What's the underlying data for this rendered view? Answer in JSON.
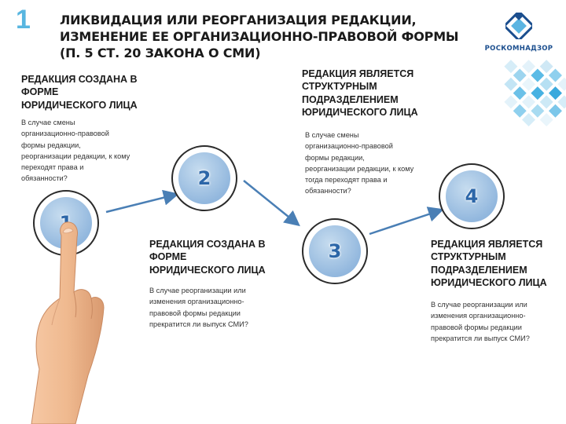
{
  "slide": {
    "number": "1"
  },
  "title": "ЛИКВИДАЦИЯ ИЛИ РЕОРГАНИЗАЦИЯ РЕДАКЦИИ, ИЗМЕНЕНИЕ ЕЕ ОРГАНИЗАЦИОННО-ПРАВОВОЙ ФОРМЫ (П. 5 СТ. 20 ЗАКОНА О СМИ)",
  "logo": {
    "text": "РОСКОМНАДЗОР",
    "icon": "roskomnadzor-logo-icon"
  },
  "colors": {
    "accent": "#58b6e0",
    "node_fill": "#93b8de",
    "node_text": "#2c66a8",
    "arrow": "#4a7fb5",
    "logo": "#1c4f8f"
  },
  "steps": [
    {
      "number": "1",
      "heading": "РЕДАКЦИЯ СОЗДАНА В ФОРМЕ ЮРИДИЧЕСКОГО ЛИЦА",
      "text": "В случае смены организационно-правовой формы редакции, реорганизации редакции, к кому переходят права и обязанности?"
    },
    {
      "number": "2",
      "heading": "РЕДАКЦИЯ СОЗДАНА В ФОРМЕ ЮРИДИЧЕСКОГО ЛИЦА",
      "text": "В случае реорганизации или изменения организационно-правовой формы редакции прекратится ли выпуск СМИ?"
    },
    {
      "number": "3",
      "heading": "РЕДАКЦИЯ ЯВЛЯЕТСЯ СТРУКТУРНЫМ ПОДРАЗДЕЛЕНИЕМ ЮРИДИЧЕСКОГО ЛИЦА",
      "text": "В случае смены организационно-правовой формы редакции, реорганизации редакции, к кому тогда переходят права и обязанности?"
    },
    {
      "number": "4",
      "heading": "РЕДАКЦИЯ ЯВЛЯЕТСЯ СТРУКТУРНЫМ ПОДРАЗДЕЛЕНИЕМ ЮРИДИЧЕСКОГО ЛИЦА",
      "text": "В случае реорганизации или изменения организационно-правовой формы редакции прекратится ли выпуск СМИ?"
    }
  ]
}
